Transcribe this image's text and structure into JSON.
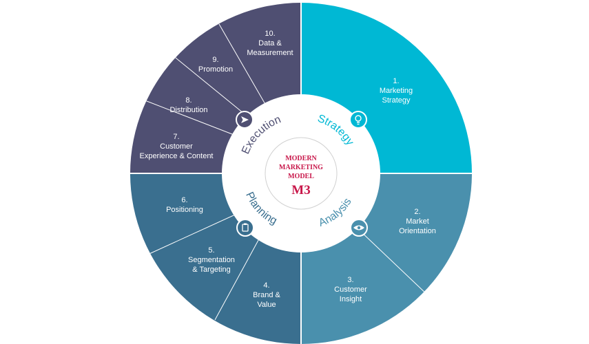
{
  "center": {
    "line1": "MODERN",
    "line2": "MARKETING",
    "line3": "MODEL",
    "line4": "M3"
  },
  "phases": {
    "strategy": "Strategy",
    "analysis": "Analysis",
    "planning": "Planning",
    "execution": "Execution"
  },
  "segments": {
    "s1": {
      "num": "1.",
      "l1": "Marketing",
      "l2": "Strategy"
    },
    "s2": {
      "num": "2.",
      "l1": "Market",
      "l2": "Orientation"
    },
    "s3": {
      "num": "3.",
      "l1": "Customer",
      "l2": "Insight"
    },
    "s4": {
      "num": "4.",
      "l1": "Brand &",
      "l2": "Value"
    },
    "s5": {
      "num": "5.",
      "l1": "Segmentation",
      "l2": "& Targeting"
    },
    "s6": {
      "num": "6.",
      "l1": "Positioning"
    },
    "s7": {
      "num": "7.",
      "l1": "Customer",
      "l2": "Experience & Content"
    },
    "s8": {
      "num": "8.",
      "l1": "Distribution"
    },
    "s9": {
      "num": "9.",
      "l1": "Promotion"
    },
    "s10": {
      "num": "10.",
      "l1": "Data &",
      "l2": "Measurement"
    }
  },
  "icons": {
    "strategy": "lightbulb-icon",
    "analysis": "eye-icon",
    "planning": "clipboard-icon",
    "execution": "send-icon"
  },
  "colors": {
    "strategy": "#00b8d4",
    "analysis": "#4a90ad",
    "planning": "#3a6f8f",
    "execution": "#4f4f72",
    "m3": "#c8174a"
  }
}
